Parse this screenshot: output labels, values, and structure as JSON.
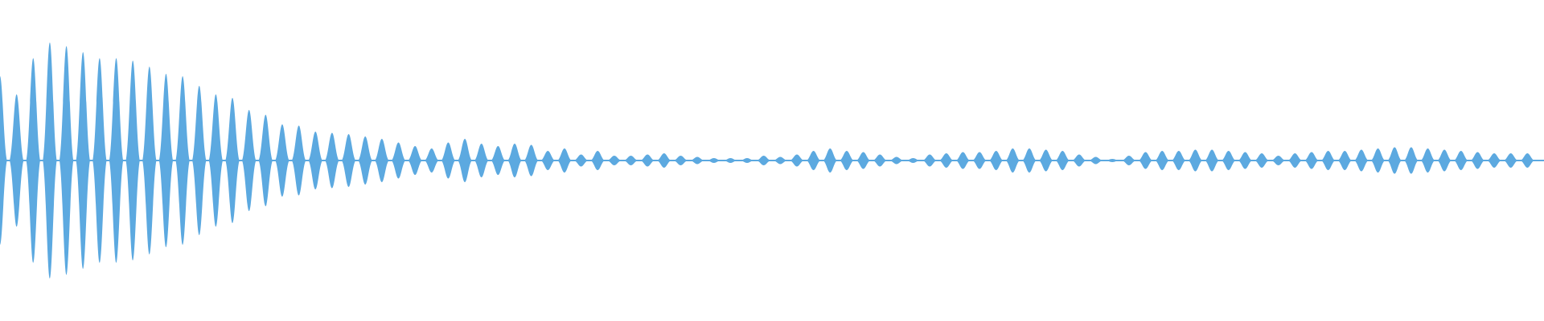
{
  "waveform": {
    "color": "#5ca9e0",
    "background": "#ffffff",
    "lobe_peaks": [
      0.7,
      0.55,
      0.85,
      0.98,
      0.95,
      0.9,
      0.85,
      0.85,
      0.83,
      0.78,
      0.72,
      0.7,
      0.62,
      0.55,
      0.52,
      0.42,
      0.38,
      0.3,
      0.29,
      0.24,
      0.23,
      0.22,
      0.2,
      0.18,
      0.15,
      0.12,
      0.1,
      0.15,
      0.18,
      0.14,
      0.12,
      0.14,
      0.13,
      0.08,
      0.1,
      0.05,
      0.08,
      0.04,
      0.04,
      0.05,
      0.06,
      0.04,
      0.03,
      0.02,
      0.02,
      0.02,
      0.04,
      0.03,
      0.05,
      0.08,
      0.1,
      0.08,
      0.07,
      0.05,
      0.03,
      0.02,
      0.05,
      0.06,
      0.07,
      0.07,
      0.08,
      0.1,
      0.1,
      0.09,
      0.08,
      0.05,
      0.03,
      0.01,
      0.04,
      0.07,
      0.08,
      0.08,
      0.09,
      0.09,
      0.08,
      0.07,
      0.06,
      0.04,
      0.06,
      0.07,
      0.08,
      0.08,
      0.09,
      0.1,
      0.11,
      0.11,
      0.1,
      0.09,
      0.08,
      0.07,
      0.06,
      0.06,
      0.06
    ]
  }
}
